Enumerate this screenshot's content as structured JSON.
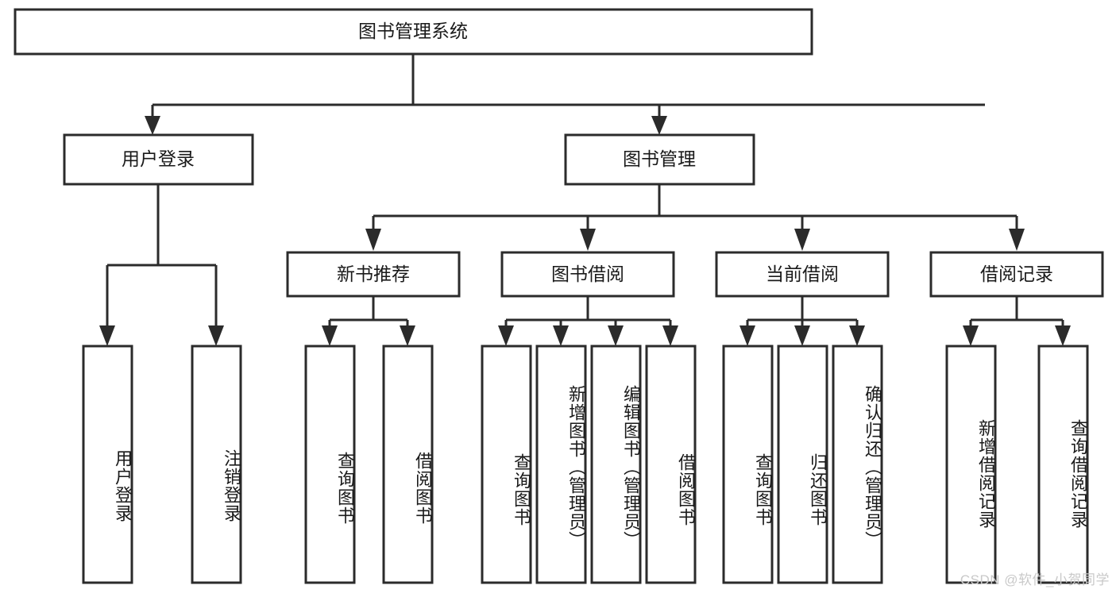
{
  "diagram": {
    "title": "图书管理系统",
    "type": "tree",
    "watermark": "CSDN @软件_小贺同学",
    "colors": {
      "box_stroke": "#2b2b2b",
      "box_fill": "#ffffff",
      "text": "#1a1a1a",
      "line": "#2b2b2b",
      "watermark": "#c9c9c9",
      "background": "#ffffff"
    },
    "levels": {
      "root": {
        "label": "图书管理系统"
      },
      "level2": [
        {
          "label": "用户登录"
        },
        {
          "label": "图书管理"
        }
      ],
      "level3": [
        {
          "label": "新书推荐"
        },
        {
          "label": "图书借阅"
        },
        {
          "label": "当前借阅"
        },
        {
          "label": "借阅记录"
        }
      ],
      "leaves": {
        "user_login": [
          {
            "label": "用户登录"
          },
          {
            "label": "注销登录"
          }
        ],
        "new_book": [
          {
            "label": "查询图书"
          },
          {
            "label": "借阅图书"
          }
        ],
        "borrow_book": [
          {
            "label": "查询图书"
          },
          {
            "label": "新增图书（管理员）"
          },
          {
            "label": "编辑图书（管理员）"
          },
          {
            "label": "借阅图书"
          }
        ],
        "current_borrow": [
          {
            "label": "查询图书"
          },
          {
            "label": "归还图书"
          },
          {
            "label": "确认归还（管理员）"
          }
        ],
        "borrow_record": [
          {
            "label": "新增借阅记录"
          },
          {
            "label": "查询借阅记录"
          }
        ]
      }
    }
  }
}
